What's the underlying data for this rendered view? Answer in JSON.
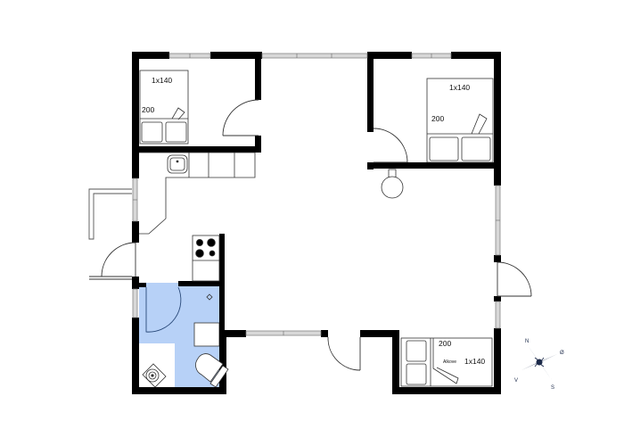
{
  "floorplan": {
    "colors": {
      "wall": "#000000",
      "bathroom_fill": "#b7d1f7",
      "window": "#cfcfcf",
      "line": "#333333",
      "compass": "#1c2a4a"
    },
    "rooms": {
      "bedroom_top_left": {
        "bed_width_label": "1x140",
        "bed_length_label": "200"
      },
      "bedroom_top_right": {
        "bed_width_label": "1x140",
        "bed_length_label": "200"
      },
      "alcove_bottom_right": {
        "bed_length_label": "200",
        "alcove_label": "Alkove",
        "bed_width_label": "1x140"
      }
    },
    "compass": {
      "north": "N",
      "east": "Ø",
      "south": "S",
      "west": "V"
    }
  }
}
